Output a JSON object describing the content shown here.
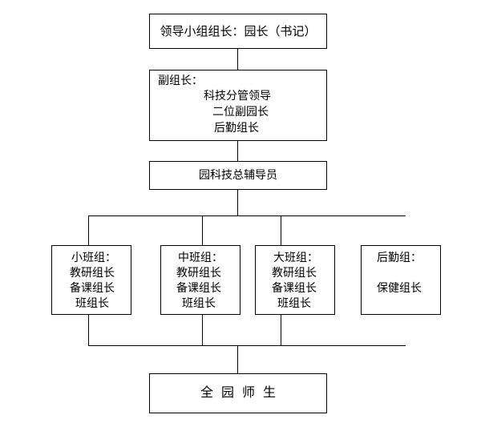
{
  "leader": {
    "text": "领导小组组长：园长（书记）"
  },
  "deputy": {
    "title": "副组长：",
    "items": [
      "科技分管领导",
      "二位副园长",
      "后勤组长"
    ]
  },
  "tech": {
    "text": "园科技总辅导员"
  },
  "groups": [
    {
      "title": "小班组：",
      "items": [
        "教研组长",
        "备课组长",
        "班组长"
      ]
    },
    {
      "title": "中班组：",
      "items": [
        "教研组长",
        "备课组长",
        "班组长"
      ]
    },
    {
      "title": "大班组：",
      "items": [
        "教研组长",
        "备课组长",
        "班组长"
      ]
    },
    {
      "title": "后勤组：",
      "items": [
        "保健组长"
      ]
    }
  ],
  "all": {
    "text": "全园师生"
  }
}
